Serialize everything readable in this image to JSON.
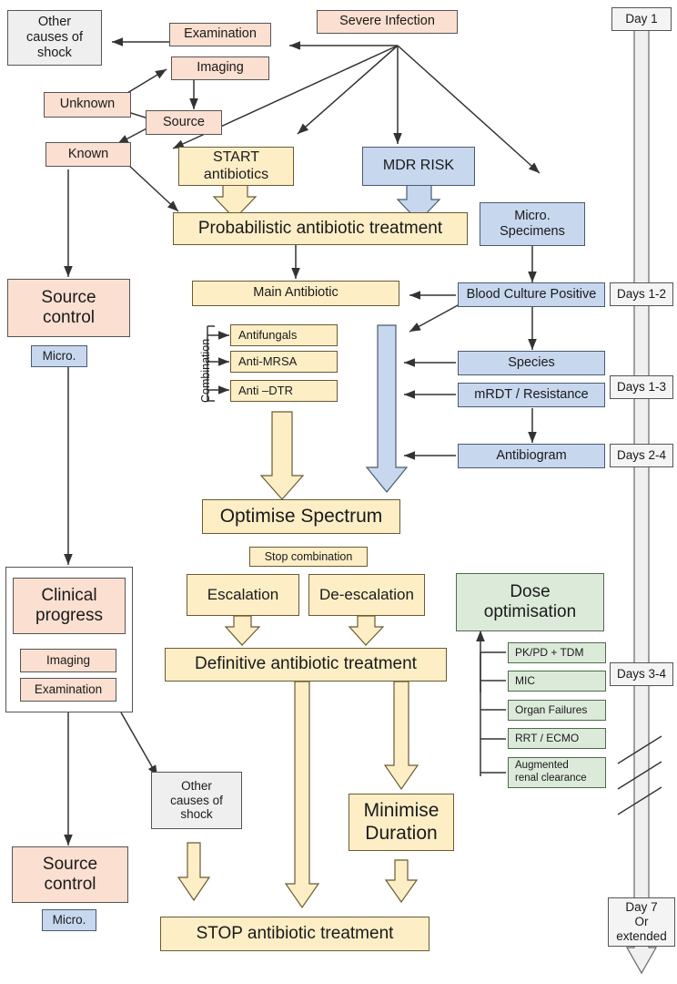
{
  "diagram": {
    "title": "Severe infection antibiotic management flowchart",
    "colors": {
      "peach": "#fbdfd0",
      "yellow": "#fdeec6",
      "blue": "#c7d8ee",
      "green": "#dceada",
      "grey": "#efefef",
      "border": "#555555"
    }
  },
  "nodes": {
    "other_causes_top": "Other\ncauses of\nshock",
    "examination_top": "Examination",
    "imaging_top": "Imaging",
    "unknown": "Unknown",
    "source": "Source",
    "known": "Known",
    "severe_infection": "Severe Infection",
    "start_antibiotics": "START\nantibiotics",
    "mdr_risk": "MDR RISK",
    "probabilistic": "Probabilistic antibiotic treatment",
    "micro_specimens": "Micro.\nSpecimens",
    "source_control_1": "Source\ncontrol",
    "micro_1": "Micro.",
    "main_antibiotic": "Main Antibiotic",
    "blood_culture_positive": "Blood Culture Positive",
    "combination_label": "Combination",
    "antifungals": "Antifungals",
    "anti_mrsa": "Anti-MRSA",
    "anti_dtr": "Anti –DTR",
    "species": "Species",
    "mrdt_resistance": "mRDT / Resistance",
    "antibiogram": "Antibiogram",
    "optimise_spectrum": "Optimise Spectrum",
    "stop_combination": "Stop combination",
    "escalation": "Escalation",
    "de_escalation": "De-escalation",
    "dose_optimisation": "Dose\noptimisation",
    "clinical_progress": "Clinical\nprogress",
    "imaging_2": "Imaging",
    "examination_2": "Examination",
    "definitive": "Definitive antibiotic treatment",
    "pkpd_tdm": "PK/PD + TDM",
    "mic": "MIC",
    "organ_failures": "Organ Failures",
    "rrt_ecmo": "RRT / ECMO",
    "augmented_renal": "Augmented\nrenal clearance",
    "other_causes_bottom": "Other\ncauses of\nshock",
    "minimise_duration": "Minimise\nDuration",
    "source_control_2": "Source\ncontrol",
    "micro_2": "Micro.",
    "stop_antibiotic": "STOP antibiotic treatment"
  },
  "timeline": {
    "day1": "Day 1",
    "days1_2": "Days 1-2",
    "days1_3": "Days 1-3",
    "days2_4": "Days 2-4",
    "days3_4": "Days 3-4",
    "day7": "Day 7\nOr\nextended"
  }
}
